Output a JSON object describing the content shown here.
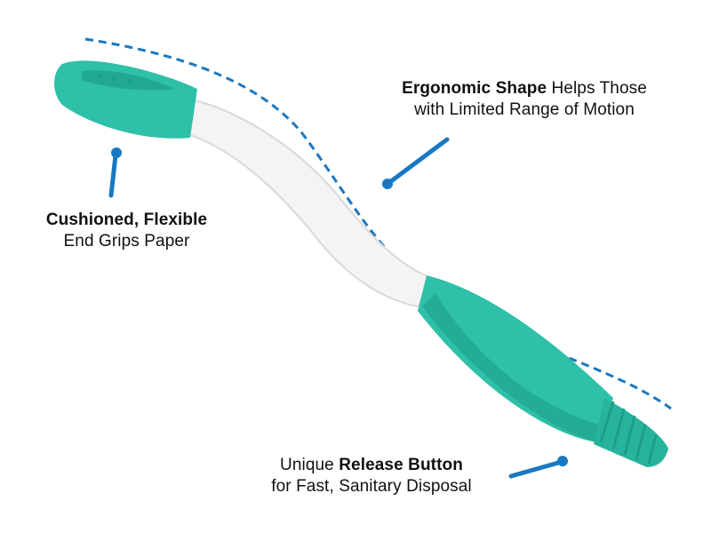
{
  "colors": {
    "accent": "#1a78c2",
    "handle_teal": "#2ec0a8",
    "handle_teal_dark": "#1d9e8a",
    "shaft_white": "#f4f4f4"
  },
  "callouts": {
    "shape": {
      "bold": "Ergonomic Shape",
      "rest": " Helps Those",
      "line2": "with Limited Range of Motion"
    },
    "grip": {
      "line1": "Cushioned, Flexible",
      "line2": "End Grips Paper"
    },
    "release": {
      "pre": "Unique ",
      "bold": "Release Button",
      "line2": "for Fast, Sanitary Disposal"
    }
  },
  "icons": {
    "shape_pointer": "pointer-dot-icon",
    "grip_pointer": "pointer-dot-icon",
    "release_pointer": "pointer-dot-icon"
  }
}
